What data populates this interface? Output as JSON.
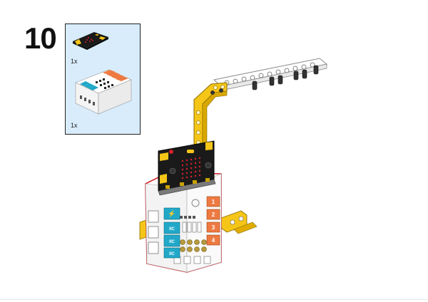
{
  "step": {
    "number": "10"
  },
  "parts": [
    {
      "name": "microbit-board",
      "quantity": "1x"
    },
    {
      "name": "expansion-board",
      "quantity": "1x"
    }
  ],
  "colors": {
    "parts_panel_bg": "#d8ecfb",
    "yellow_beam": "#f5c518",
    "board_black": "#1a1a1a",
    "port_cyan": "#21a8c9",
    "port_orange": "#ee7a42",
    "outline_red": "#d6202a"
  },
  "board_labels": {
    "iic": "IIC",
    "ports": [
      "1",
      "2",
      "3",
      "4"
    ]
  }
}
